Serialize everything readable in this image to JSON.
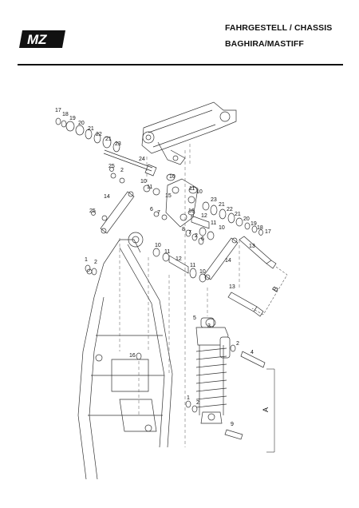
{
  "header": {
    "logo_text": "MZ",
    "title_line1": "FAHRGESTELL / CHASSIS",
    "title_line2": "BAGHIRA/MASTIFF"
  },
  "dimensions": {
    "a": "A",
    "b": "B"
  },
  "callouts": {
    "c17a": "17",
    "c18a": "18",
    "c19a": "19",
    "c20a": "20",
    "c21a": "21",
    "c22a": "22",
    "c21b": "21",
    "c23a": "23",
    "c24": "24",
    "c25a": "25",
    "c2a": "2",
    "c10a": "10",
    "c11a": "11",
    "c10b": "10",
    "c11b": "11",
    "c15": "15",
    "c16a": "16",
    "c14a": "14",
    "c25b": "25",
    "c6a": "6",
    "c7a": "7",
    "c23b": "23",
    "c21c": "21",
    "c22b": "22",
    "c12a": "12",
    "c21d": "21",
    "c20b": "20",
    "c19b": "19",
    "c18b": "18",
    "c17b": "17",
    "c11c": "11",
    "c10c": "10",
    "c8": "8",
    "c7b": "7",
    "c2b": "2",
    "c6b": "6",
    "c13a": "13",
    "c14b": "14",
    "c1a": "1",
    "c2c": "2",
    "c10d": "10",
    "c11d": "11",
    "c12b": "12",
    "c11e": "11",
    "c10e": "10",
    "c13b": "13",
    "c5": "5",
    "c3": "3",
    "c2d": "2",
    "c4": "4",
    "c16b": "16",
    "c1b": "1",
    "c2e": "2",
    "c9": "9"
  }
}
